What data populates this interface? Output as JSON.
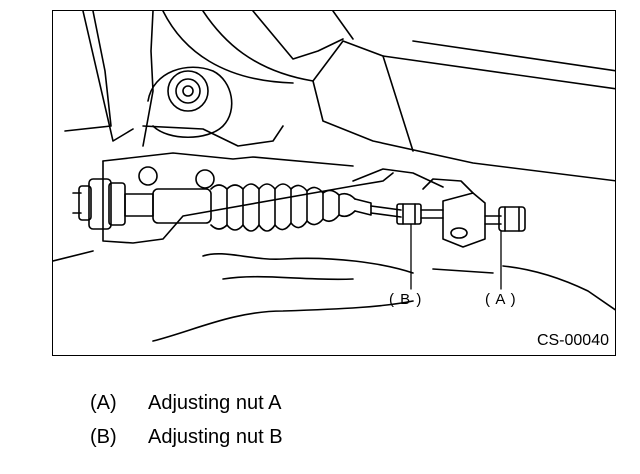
{
  "figure": {
    "callouts": {
      "a": "( A )",
      "b": "( B )"
    },
    "figure_id": "CS-00040"
  },
  "legend": [
    {
      "key": "(A)",
      "text": "Adjusting nut A"
    },
    {
      "key": "(B)",
      "text": "Adjusting nut B"
    }
  ]
}
